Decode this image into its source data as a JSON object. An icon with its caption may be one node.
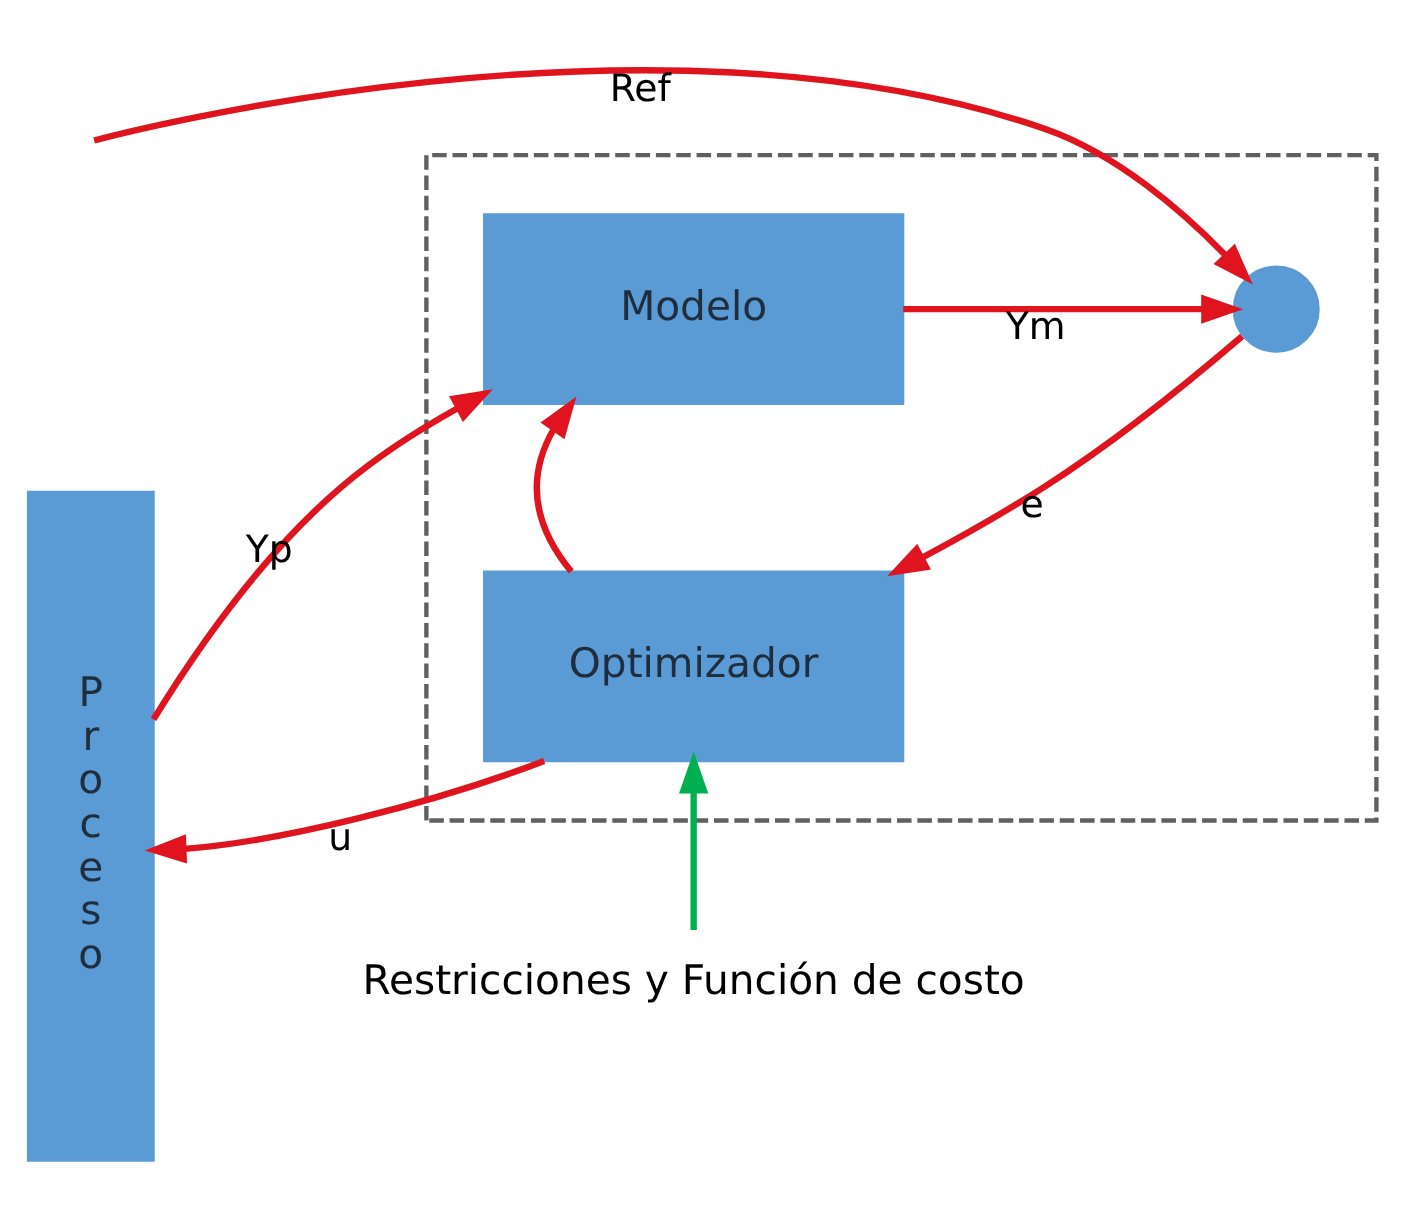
{
  "diagram": {
    "nodes": [
      {
        "text": [],
        "shape": "box"
      },
      {
        "text": [
          "Proceso"
        ]
      },
      {
        "text": [
          "Modelo"
        ],
        "in": 0
      },
      {
        "text": [
          "Optimizador"
        ],
        "in": 0
      },
      {
        "text": [],
        "shape": "circle",
        "in": 0
      },
      {
        "text": [
          "Restricciones y Función de costo"
        ]
      }
    ],
    "edges": [
      {
        "from": null,
        "to": 4,
        "arrow": "to",
        "label": "Ref"
      },
      {
        "from": 1,
        "to": 2,
        "arrow": "to",
        "label": "Yp"
      },
      {
        "from": 2,
        "to": 4,
        "arrow": "to",
        "label": "Ym"
      },
      {
        "from": 4,
        "to": 3,
        "arrow": "to",
        "label": "e"
      },
      {
        "from": 3,
        "to": 1,
        "arrow": "to",
        "label": "u"
      },
      {
        "from": 3,
        "to": 2,
        "arrow": "to"
      },
      {
        "from": 5,
        "to": 3,
        "arrow": "to",
        "color": "#00b050"
      }
    ]
  }
}
